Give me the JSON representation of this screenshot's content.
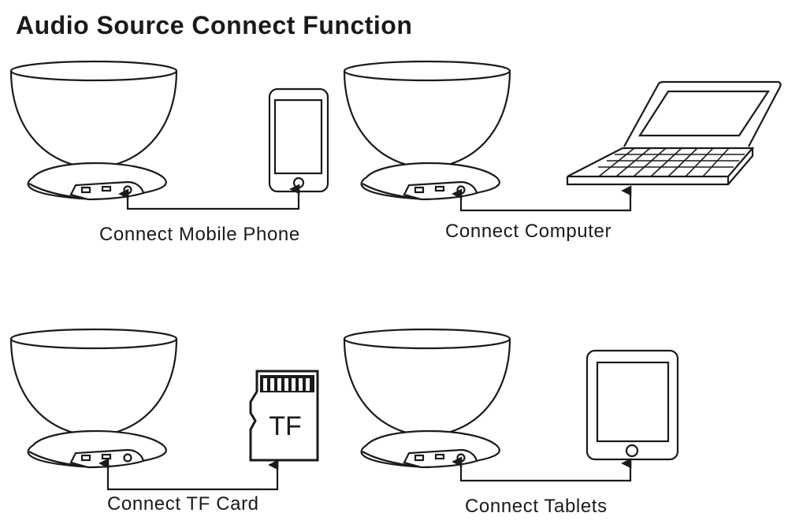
{
  "title": "Audio Source Connect Function",
  "panels": [
    {
      "caption": "Connect Mobile Phone",
      "device": "mobile-phone"
    },
    {
      "caption": "Connect Computer",
      "device": "laptop"
    },
    {
      "caption": "Connect TF Card",
      "device": "tf-card",
      "device_label": "TF"
    },
    {
      "caption": "Connect Tablets",
      "device": "tablet"
    }
  ]
}
